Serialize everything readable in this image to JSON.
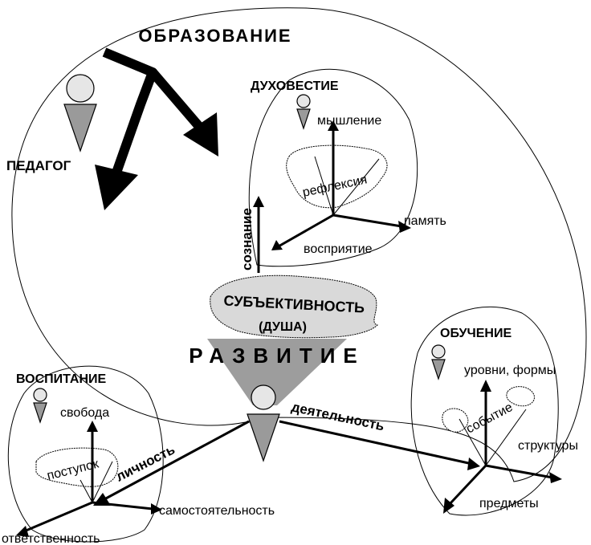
{
  "labels": {
    "education": "ОБРАЗОВАНИЕ",
    "teacher": "ПЕДАГОГ",
    "spirituality": "ДУХОВЕСТИЕ",
    "thinking": "мышление",
    "reflection": "рефлексия",
    "memory": "память",
    "perception": "восприятие",
    "consciousness": "сознание",
    "subjectivity": "СУБЪЕКТИВНОСТЬ",
    "soul": "(ДУША)",
    "development": "РАЗВИТИЕ",
    "teaching": "ОБУЧЕНИЕ",
    "levels_forms": "уровни, формы",
    "event": "событие",
    "structures": "структуры",
    "subjects": "предметы",
    "upbringing": "ВОСПИТАНИЕ",
    "freedom": "свобода",
    "deed": "поступок",
    "personality": "личность",
    "activity": "деятельность",
    "independence": "самостоятельность",
    "responsibility": "ответственность"
  },
  "colors": {
    "ink": "#000000",
    "head_fill": "#e6e6e6",
    "body_fill": "#9a9a9a",
    "subjectivity_fill": "#d9d9d9",
    "development_band": "#8c8c8c"
  }
}
